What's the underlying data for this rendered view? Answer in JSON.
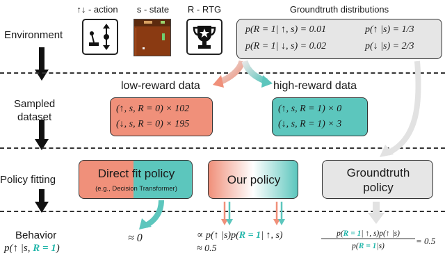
{
  "rows": {
    "environment": "Environment",
    "sampled_dataset_line1": "Sampled",
    "sampled_dataset_line2": "dataset",
    "policy_fitting": "Policy fitting",
    "behavior": "Behavior"
  },
  "headers": {
    "action": "↑↓ - action",
    "state": "s - state",
    "rtg": "R - RTG",
    "groundtruth_distributions": "Groundtruth distributions"
  },
  "groundtruth": {
    "r1_up": "p(R = 1| ↑, s) = 0.01",
    "r1_down": "p(R = 1| ↓, s) = 0.02",
    "p_up": "p(↑ |s) = 1/3",
    "p_down": "p(↓ |s) = 2/3"
  },
  "datasets": {
    "low_title": "low-reward data",
    "low_line1": "(↑, s, R = 0) × 102",
    "low_line2": "(↓, s, R = 0) × 195",
    "high_title": "high-reward data",
    "high_line1": "(↑, s, R = 1) × 0",
    "high_line2": "(↓, s, R = 1) × 3"
  },
  "policies": {
    "direct_title": "Direct fit policy",
    "direct_sub": "(e.g., Decision Transformer)",
    "ours_title": "Our policy",
    "gt_title_line1": "Groundtruth",
    "gt_title_line2": "policy"
  },
  "behavior": {
    "target_prefix": "p(↑ |s, ",
    "target_highlight": "R = 1",
    "target_suffix": ")",
    "direct_value": "≈ 0",
    "ours_line1_pre": "∝ p(↑ |s)p(",
    "ours_line1_hl": "R = 1",
    "ours_line1_post": "| ↑, s)",
    "ours_line2": "≈ 0.5",
    "gt_num_pre": "p(",
    "gt_num_hl": "R = 1",
    "gt_num_post": "| ↑, s)p(↑ |s)",
    "gt_den_pre": "p(",
    "gt_den_hl": "R = 1",
    "gt_den_post": "|s)",
    "gt_value": "= 0.5"
  },
  "colors": {
    "salmon": "#f0907a",
    "teal": "#5cc6bd",
    "teal_text": "#1fb5a9",
    "grey_box": "#e6e6e6",
    "arrow_grey": "#e2e2e2"
  },
  "icons": [
    "joystick-icon",
    "game-screen-icon",
    "trophy-icon"
  ]
}
